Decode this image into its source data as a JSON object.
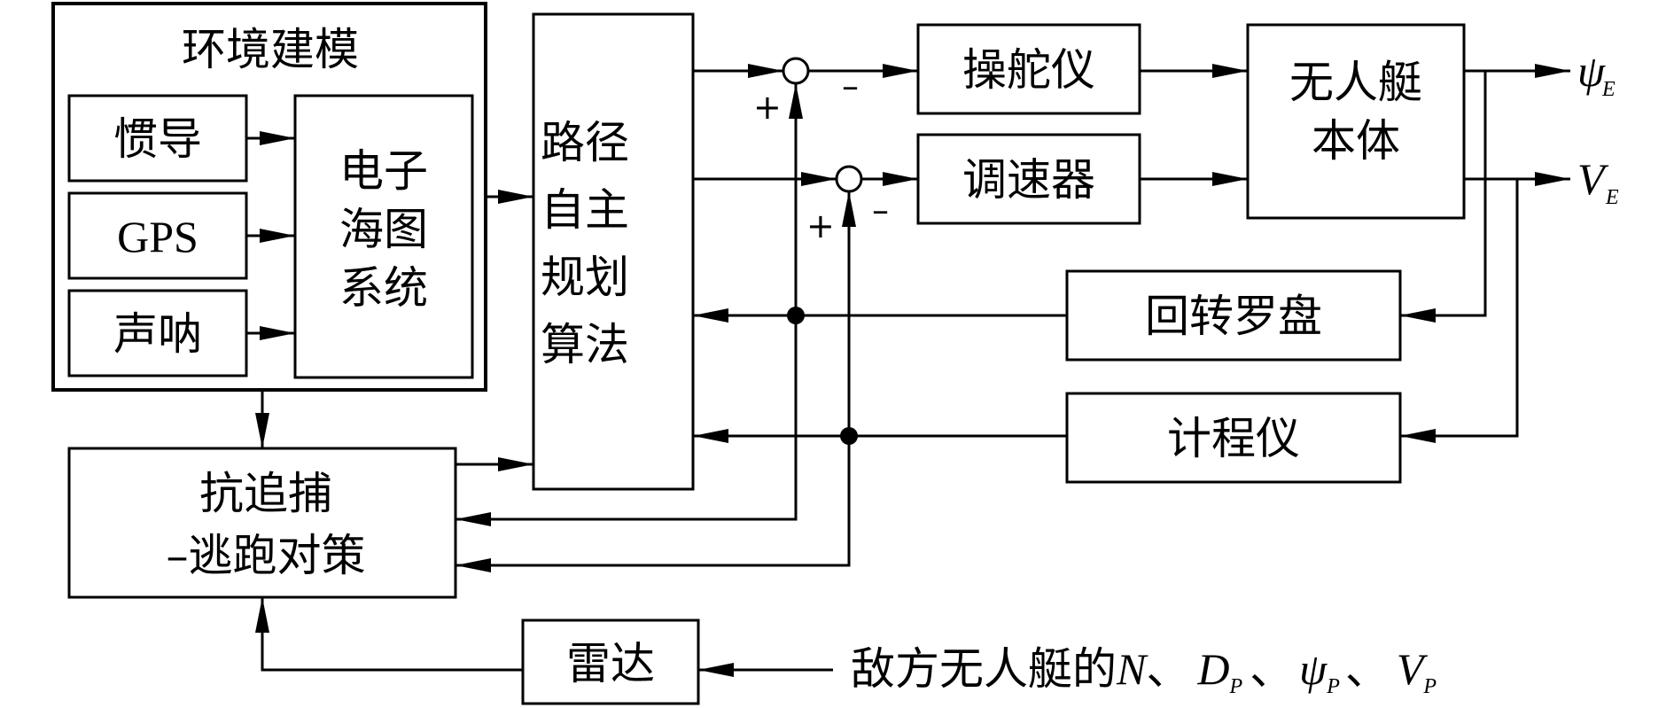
{
  "blocks": {
    "env_modeling": "环境建模",
    "inertial_nav": "惯导",
    "gps": "GPS",
    "sonar": "声呐",
    "chart_system": [
      "电子",
      "海图",
      "系统"
    ],
    "path_planning": [
      "路径",
      "自主",
      "规划",
      "算法"
    ],
    "steering_gear": "操舵仪",
    "speed_governor": "调速器",
    "usv_body": [
      "无人艇",
      "本体"
    ],
    "gyro_compass": "回转罗盘",
    "log_meter": "计程仪",
    "anti_pursuit": [
      "抗追捕",
      "–逃跑对策"
    ],
    "radar": "雷达"
  },
  "signals": {
    "heading_output": {
      "symbol": "ψ",
      "subscript": "E"
    },
    "speed_output": {
      "symbol": "V",
      "subscript": "E"
    },
    "enemy_prefix": "敌方无人艇的",
    "enemy_n": "N",
    "sep": "、",
    "enemy_dp": {
      "symbol": "D",
      "subscript": "P"
    },
    "enemy_psi": {
      "symbol": "ψ",
      "subscript": "P"
    },
    "enemy_v": {
      "symbol": "V",
      "subscript": "P"
    }
  },
  "summing_junctions": {
    "plus": "+",
    "minus": "–"
  }
}
